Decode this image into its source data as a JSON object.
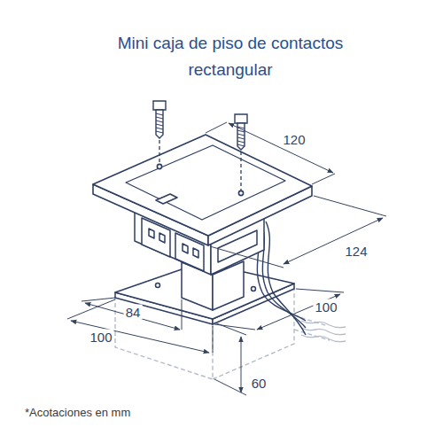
{
  "diagram": {
    "title": "Mini caja de piso de contactos rectangular",
    "labels": [
      "120",
      "124",
      "84",
      "100",
      "100",
      "60",
      "*Acotaciones en mm"
    ]
  }
}
